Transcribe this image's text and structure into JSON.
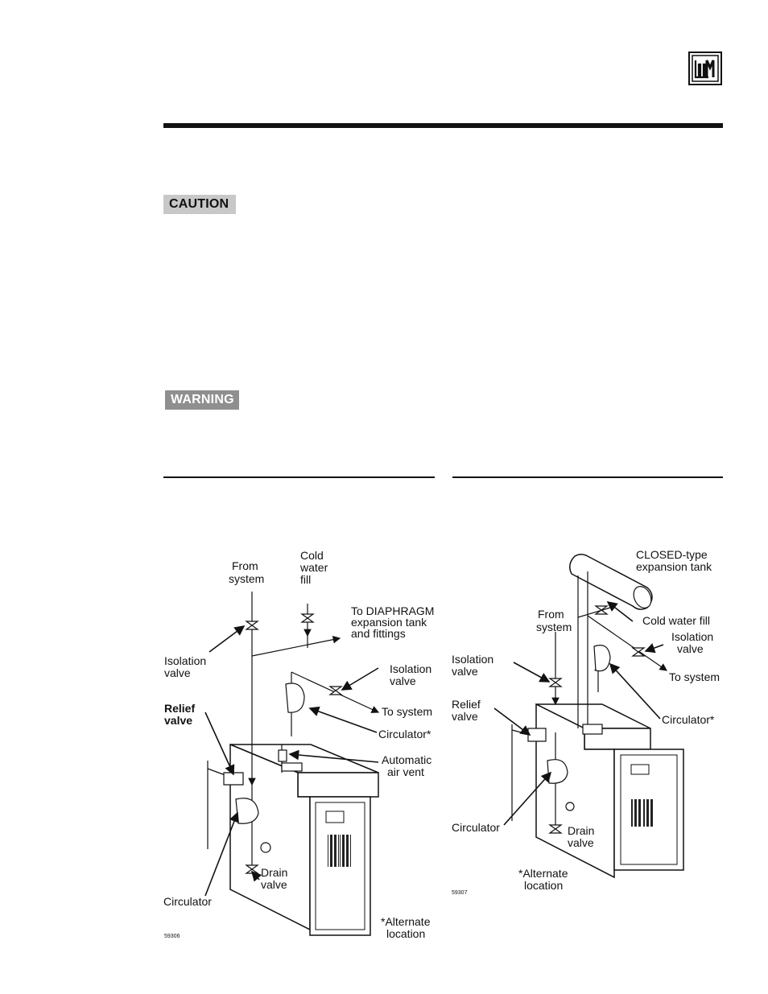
{
  "header": {
    "logo": "W-M"
  },
  "caution": "CAUTION",
  "warning": "WARNING",
  "figure_left": {
    "code": "59306",
    "labels": {
      "from_system": [
        "From",
        "system"
      ],
      "cold_water_fill": [
        "Cold",
        "water",
        "fill"
      ],
      "to_diaphragm": [
        "To DIAPHRAGM",
        "expansion tank",
        "and fittings"
      ],
      "isolation_valve_left": [
        "Isolation",
        "valve"
      ],
      "isolation_valve_right": [
        "Isolation",
        "valve"
      ],
      "to_system": "To system",
      "relief_valve": [
        "Relief",
        "valve"
      ],
      "circulator_alt": "Circulator*",
      "automatic_air_vent": [
        "Automatic",
        "air vent"
      ],
      "circulator": "Circulator",
      "drain_valve": [
        "Drain",
        "valve"
      ],
      "alternate_location": [
        "*Alternate",
        "location"
      ]
    }
  },
  "figure_right": {
    "code": "59307",
    "labels": {
      "closed_tank": [
        "CLOSED-type",
        "expansion tank"
      ],
      "cold_water_fill": "Cold water fill",
      "from_system": [
        "From",
        "system"
      ],
      "isolation_valve_right": [
        "Isolation",
        "valve"
      ],
      "isolation_valve_left": [
        "Isolation",
        "valve"
      ],
      "to_system": "To system",
      "relief_valve": [
        "Relief",
        "valve"
      ],
      "circulator_alt": "Circulator*",
      "circulator": "Circulator",
      "drain_valve": [
        "Drain",
        "valve"
      ],
      "alternate_location": [
        "*Alternate",
        "location"
      ]
    }
  }
}
